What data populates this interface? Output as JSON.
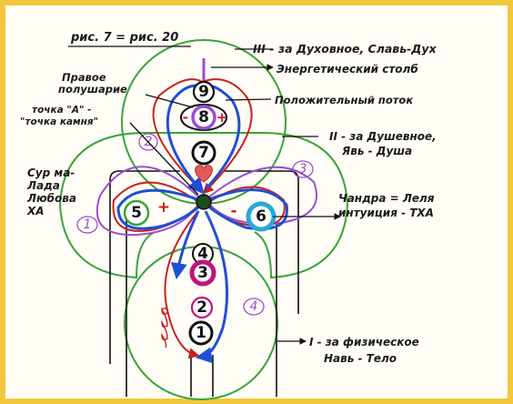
{
  "title": "рис. 7 = рис. 20",
  "labels": {
    "level3": "III - за Духовное, Славь-Дух",
    "energy_pillar": "Энергетический столб",
    "right_hemisphere_line1": "Правое",
    "right_hemisphere_line2": "полушарие",
    "positive_flow": "Положительный поток",
    "point_a_line1": "точка \"А\" -",
    "point_a_line2": "\"точка камня\"",
    "level2_line1": "II - за Душевное,",
    "level2_line2": "Явь - Душа",
    "left_name_line1": "Сур ма-",
    "left_name_line2": "Лада",
    "left_name_line3": "Любова",
    "left_name_line4": "ХА",
    "right_name_line1": "Чандра = Леля",
    "right_name_line2": "интуиция - ТХА",
    "level1_line1": "I - за физическое",
    "level1_line2": "Навь - Тело"
  },
  "centers": {
    "c1": "1",
    "c2": "2",
    "c3": "3",
    "c4": "4",
    "c5": "5",
    "c6": "6",
    "c7": "7",
    "c8": "8",
    "c9": "9"
  },
  "loops": {
    "l1": "1",
    "l2": "2",
    "l3": "3",
    "l4": "4"
  },
  "signs": {
    "plus_left": "+",
    "minus_left": "-",
    "minus_right": "-",
    "plus_right": "+"
  },
  "colors": {
    "frame": "#f1c83c",
    "circle_green": "#3aa33a",
    "flow_blue": "#1f4fd6",
    "flow_red": "#c8201e",
    "loop_purple": "#9b4dd0",
    "center_black": "#111111"
  }
}
